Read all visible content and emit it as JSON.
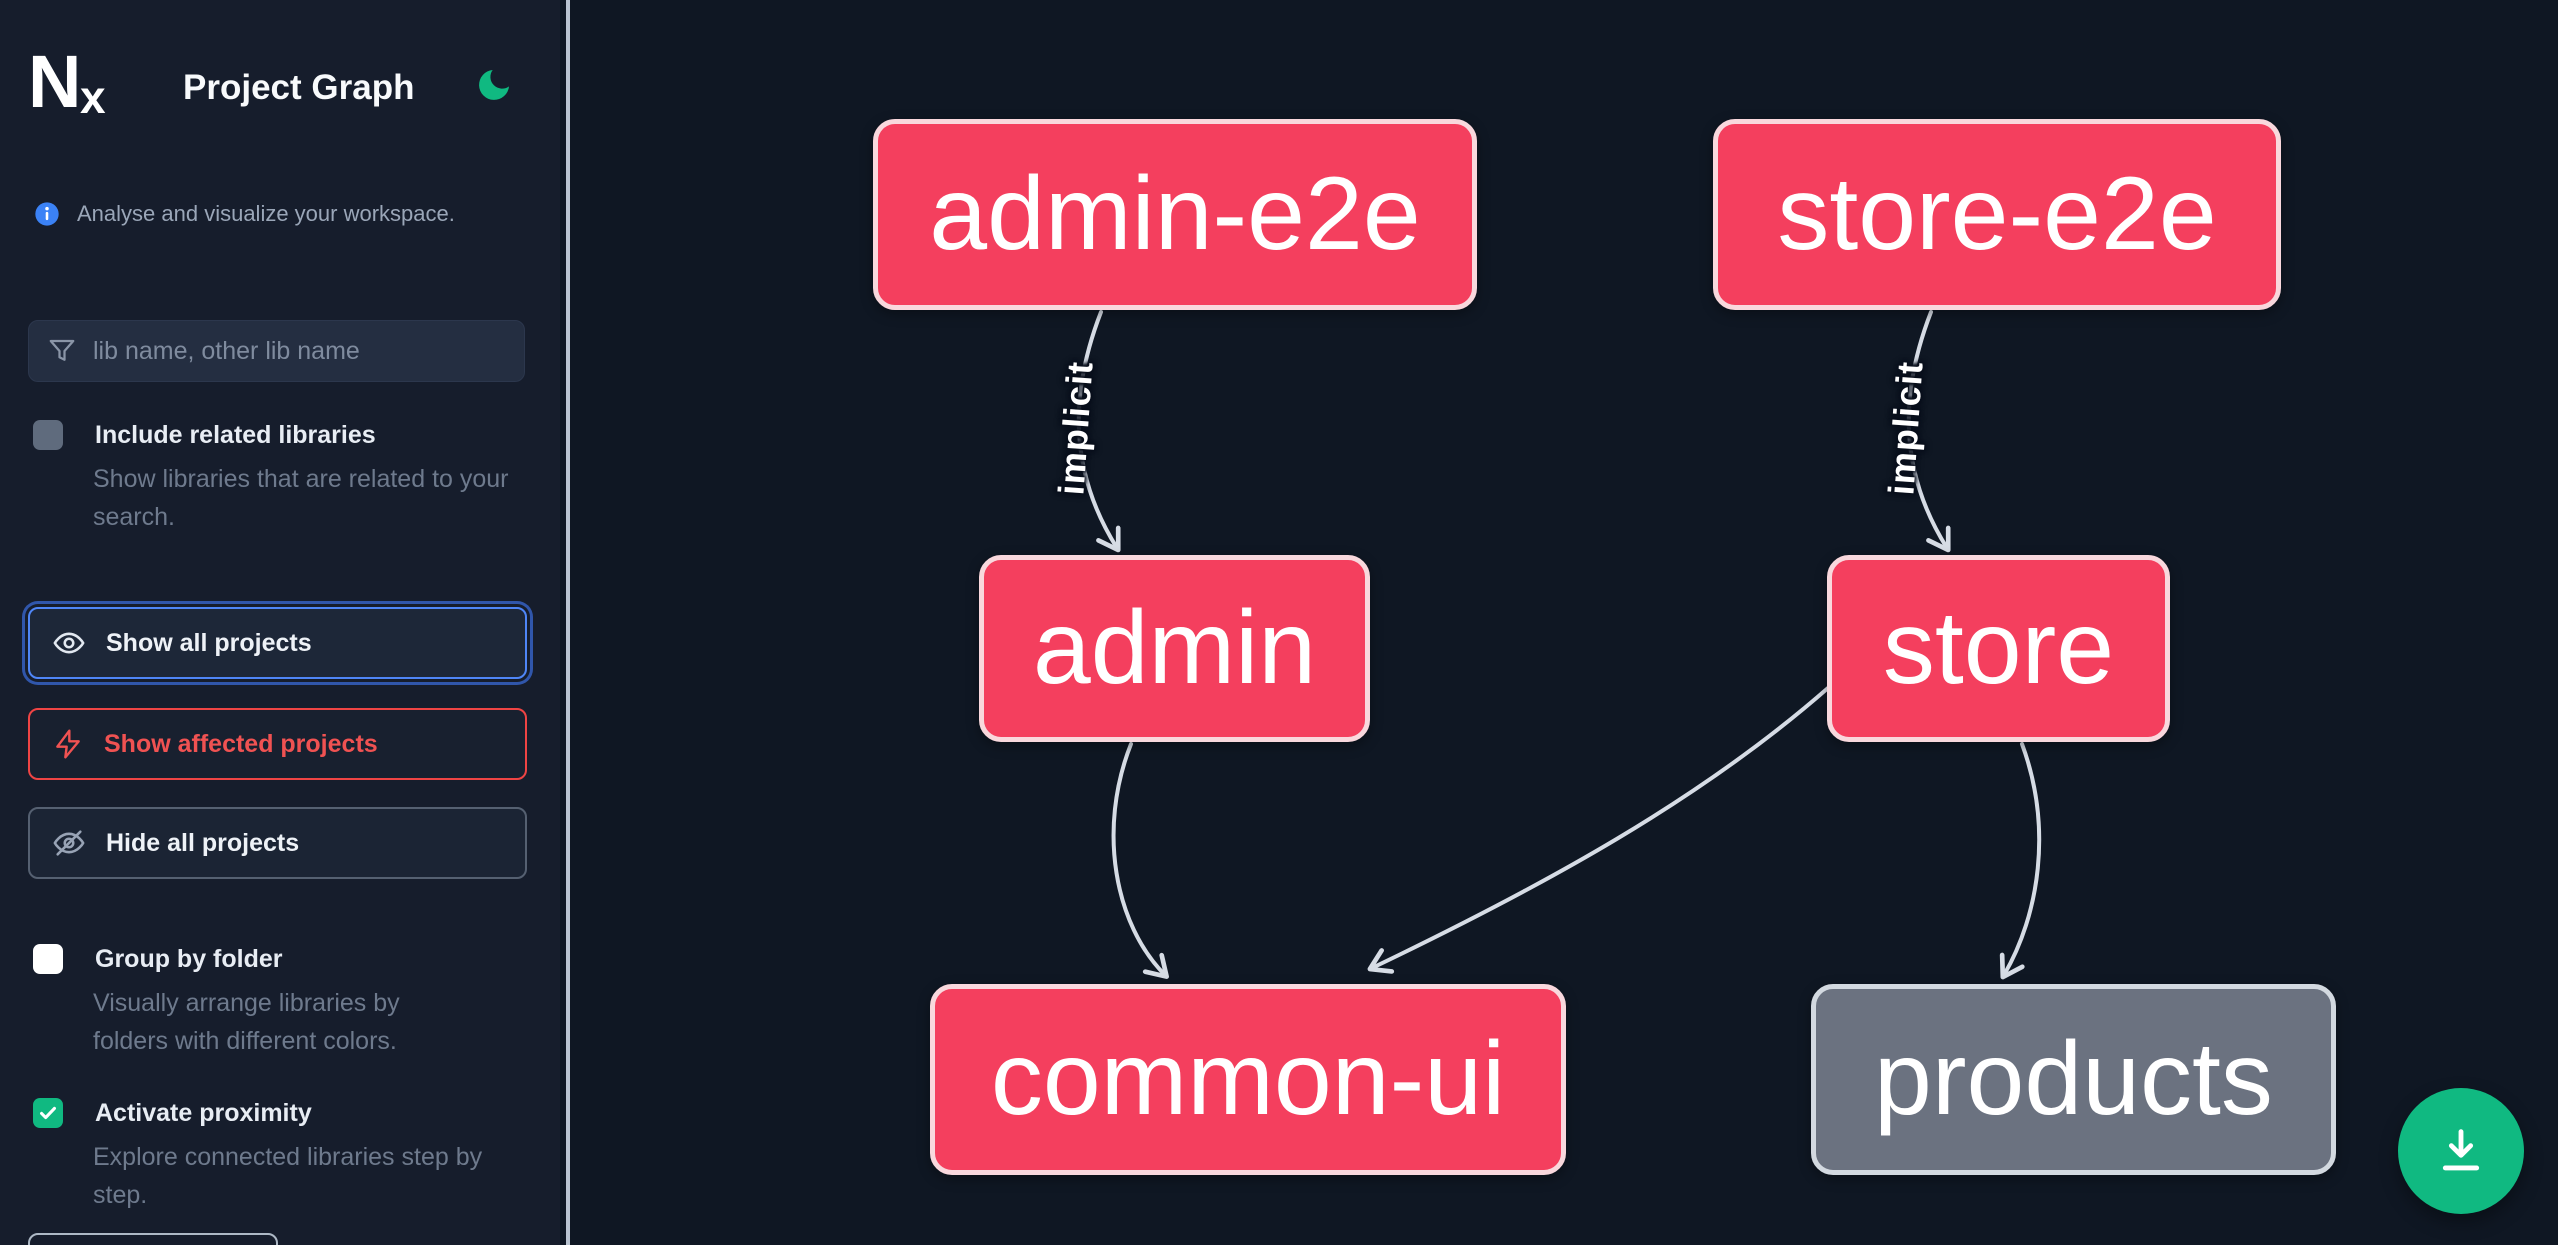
{
  "app": {
    "logo": "Nx",
    "title": "Project Graph"
  },
  "sidebar": {
    "tagline": "Analyse and visualize your workspace.",
    "search_placeholder": "lib name, other lib name",
    "options": [
      {
        "label": "Include related libraries",
        "description": "Show libraries that are related to your search.",
        "checked": false,
        "disabled": true
      },
      {
        "label": "Group by folder",
        "description": "Visually arrange libraries by folders with different colors.",
        "checked": false,
        "disabled": false
      },
      {
        "label": "Activate proximity",
        "description": "Explore connected libraries step by step.",
        "checked": true,
        "disabled": false
      }
    ],
    "actions": [
      {
        "label": "Show all projects",
        "icon": "eye-icon",
        "state": "active"
      },
      {
        "label": "Show affected projects",
        "icon": "bolt-icon",
        "state": "danger"
      },
      {
        "label": "Hide all projects",
        "icon": "eye-off-icon",
        "state": "default"
      }
    ]
  },
  "graph": {
    "nodes": [
      {
        "label": "admin-e2e",
        "style": "pink"
      },
      {
        "label": "store-e2e",
        "style": "pink"
      },
      {
        "label": "admin",
        "style": "pink"
      },
      {
        "label": "store",
        "style": "pink"
      },
      {
        "label": "common-ui",
        "style": "pink"
      },
      {
        "label": "products",
        "style": "gray"
      }
    ],
    "edges": [
      {
        "from": "admin-e2e",
        "to": "admin",
        "label": "implicit"
      },
      {
        "from": "store-e2e",
        "to": "store",
        "label": "implicit"
      },
      {
        "from": "admin",
        "to": "common-ui",
        "label": ""
      },
      {
        "from": "store",
        "to": "common-ui",
        "label": ""
      },
      {
        "from": "store",
        "to": "products",
        "label": ""
      }
    ]
  },
  "colors": {
    "node_pink": "#f43f5e",
    "node_gray": "#6b7280",
    "edge": "#d6dce5",
    "accent_blue": "#4f86f7",
    "danger_red": "#ef4444",
    "success_green": "#10b981"
  }
}
